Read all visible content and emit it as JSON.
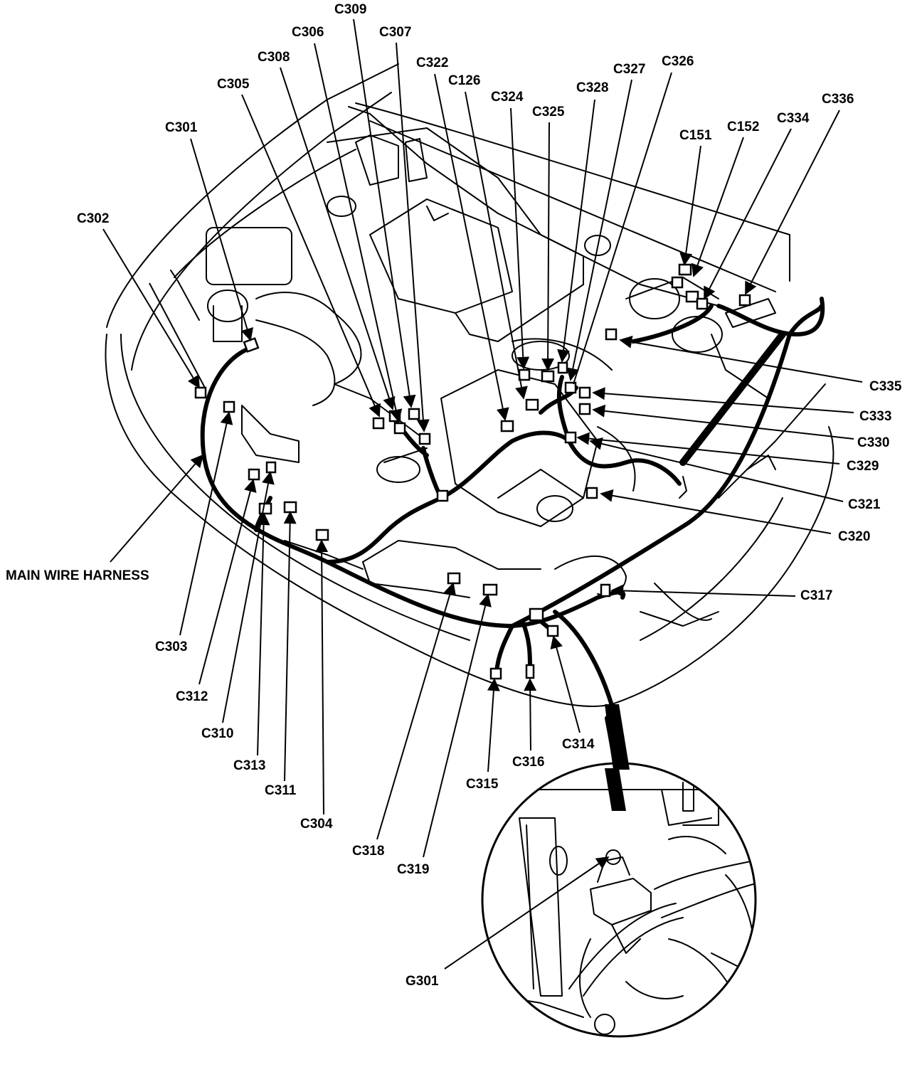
{
  "diagram": {
    "harness_label": "MAIN WIRE HARNESS",
    "ground_label": "G301",
    "connector_labels": {
      "c301": "C301",
      "c302": "C302",
      "c303": "C303",
      "c304": "C304",
      "c305": "C305",
      "c306": "C306",
      "c307": "C307",
      "c308": "C308",
      "c309": "C309",
      "c310": "C310",
      "c311": "C311",
      "c312": "C312",
      "c313": "C313",
      "c314": "C314",
      "c315": "C315",
      "c316": "C316",
      "c317": "C317",
      "c318": "C318",
      "c319": "C319",
      "c320": "C320",
      "c321": "C321",
      "c322": "C322",
      "c324": "C324",
      "c325": "C325",
      "c326": "C326",
      "c327": "C327",
      "c328": "C328",
      "c329": "C329",
      "c330": "C330",
      "c333": "C333",
      "c334": "C334",
      "c335": "C335",
      "c336": "C336",
      "c126": "C126",
      "c151": "C151",
      "c152": "C152"
    }
  }
}
